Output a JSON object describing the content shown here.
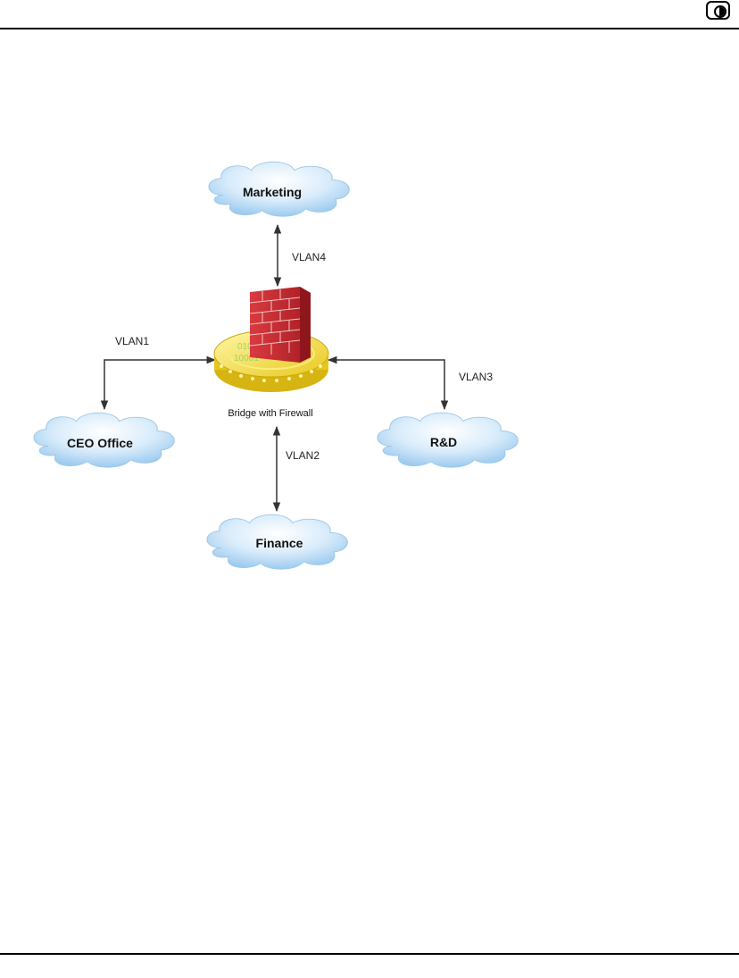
{
  "diagram": {
    "nodes": {
      "marketing": "Marketing",
      "ceo": "CEO Office",
      "rd": "R&D",
      "finance": "Finance",
      "bridge": "Bridge with Firewall"
    },
    "links": {
      "vlan1": "VLAN1",
      "vlan2": "VLAN2",
      "vlan3": "VLAN3",
      "vlan4": "VLAN4"
    },
    "binary": [
      "0101",
      "10001"
    ]
  },
  "colors": {
    "cloud": "#c9e3f8",
    "firewall": "#c4252c",
    "disk": "#f3e03a"
  }
}
